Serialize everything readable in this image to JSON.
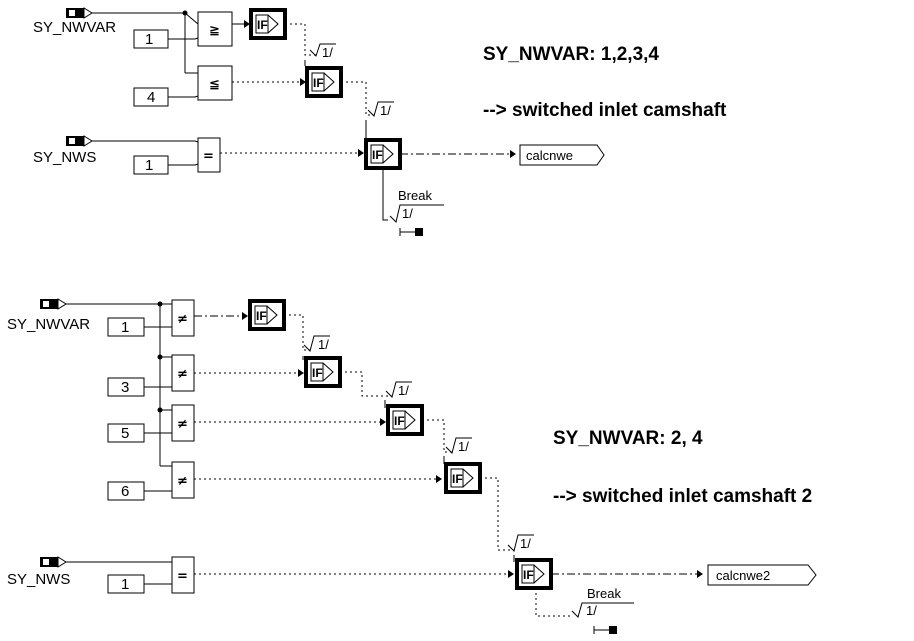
{
  "diagram1": {
    "inputs": {
      "var": "SY_NWVAR",
      "nws": "SY_NWS"
    },
    "constants": [
      "1",
      "4",
      "1"
    ],
    "ops": [
      "≧",
      "≦",
      "="
    ],
    "if_label": "IF",
    "one_labels": [
      "1/",
      "1/",
      "1/"
    ],
    "break_label": "Break",
    "output": "calcnwe",
    "note_title": "SY_NWVAR: 1,2,3,4",
    "note_desc": "--> switched inlet camshaft"
  },
  "diagram2": {
    "inputs": {
      "var": "SY_NWVAR",
      "nws": "SY_NWS"
    },
    "constants": [
      "1",
      "3",
      "5",
      "6",
      "1"
    ],
    "ops": [
      "≠",
      "≠",
      "≠",
      "≠",
      "="
    ],
    "if_label": "IF",
    "one_labels": [
      "1/",
      "1/",
      "1/",
      "1/",
      "1/"
    ],
    "break_label": "Break",
    "output": "calcnwe2",
    "note_title": "SY_NWVAR: 2, 4",
    "note_desc": "--> switched inlet camshaft 2"
  }
}
